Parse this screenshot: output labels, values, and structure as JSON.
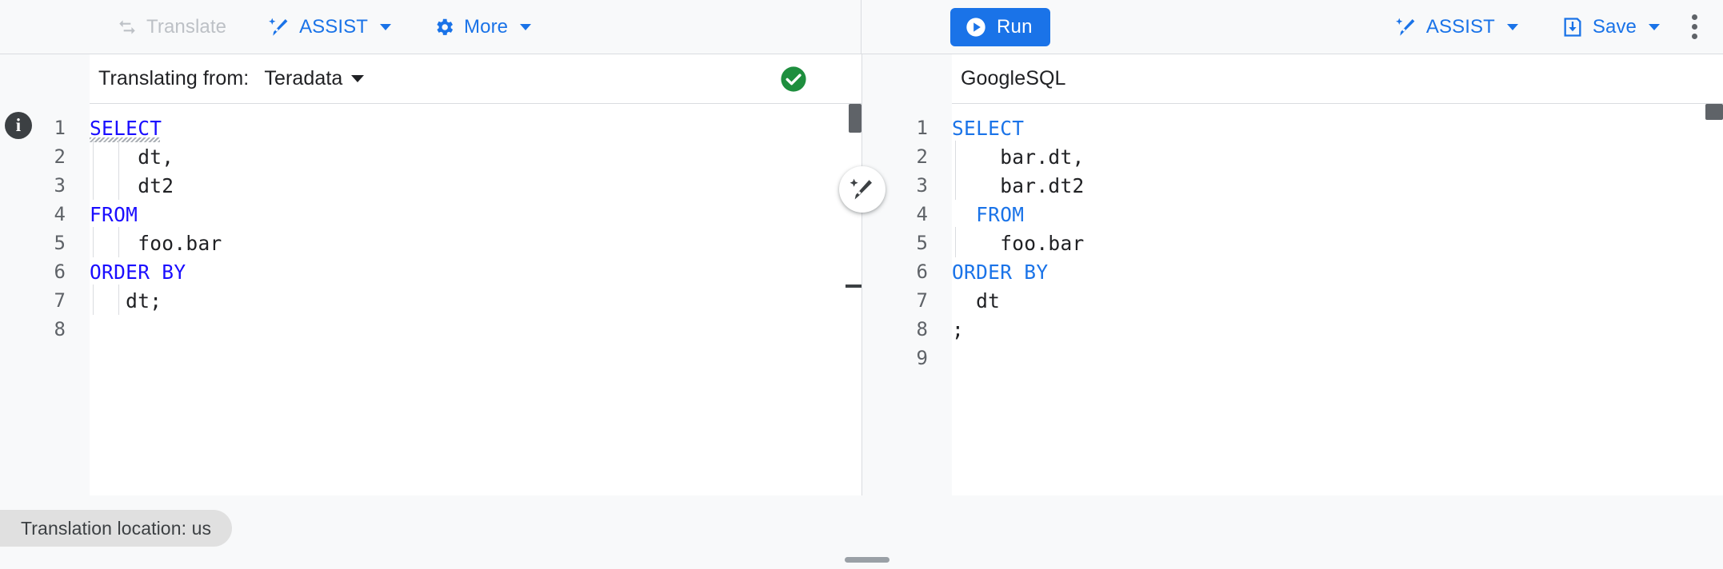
{
  "toolbar": {
    "left": [
      {
        "name": "translate",
        "label": "Translate",
        "icon": "swap-horizontal-icon",
        "disabled": true,
        "caret": false
      },
      {
        "name": "assist-left",
        "label": "ASSIST",
        "icon": "magic-wand-icon",
        "disabled": false,
        "caret": true
      },
      {
        "name": "more",
        "label": "More",
        "icon": "gear-icon",
        "disabled": false,
        "caret": true
      }
    ],
    "run_label": "Run",
    "run_icon": "play-circle-icon",
    "assist_right_label": "ASSIST",
    "assist_right_icon": "magic-wand-icon",
    "save_label": "Save",
    "save_icon": "save-icon",
    "kebab_icon": "more-vert-icon",
    "accent_color": "#1a73e8",
    "disabled_color": "#bdc1c6"
  },
  "left_pane": {
    "header_label": "Translating from:",
    "dialect": "Teradata",
    "status_icon": "check-circle-icon",
    "status_color": "#1e8e3e",
    "info_icon": "info-icon",
    "info_glyph": "i",
    "lines": [
      {
        "n": "1",
        "text": "SELECT",
        "kw": true,
        "squiggle": true,
        "guides": 0
      },
      {
        "n": "2",
        "text": "    dt,",
        "kw": false,
        "squiggle": false,
        "guides": 2
      },
      {
        "n": "3",
        "text": "    dt2",
        "kw": false,
        "squiggle": false,
        "guides": 2
      },
      {
        "n": "4",
        "text": "FROM",
        "kw": true,
        "squiggle": false,
        "guides": 0
      },
      {
        "n": "5",
        "text": "    foo.bar",
        "kw": false,
        "squiggle": false,
        "guides": 2
      },
      {
        "n": "6",
        "text": "ORDER BY",
        "kw": true,
        "squiggle": false,
        "guides": 0
      },
      {
        "n": "7",
        "text": "   dt;",
        "kw": false,
        "squiggle": false,
        "guides": 2
      },
      {
        "n": "8",
        "text": "",
        "kw": false,
        "squiggle": false,
        "guides": 0
      }
    ]
  },
  "right_pane": {
    "header_label": "GoogleSQL",
    "lines": [
      {
        "n": "1",
        "text": "SELECT",
        "kw": true,
        "guides": 0
      },
      {
        "n": "2",
        "text": "    bar.dt,",
        "kw": false,
        "guides": 1
      },
      {
        "n": "3",
        "text": "    bar.dt2",
        "kw": false,
        "guides": 1
      },
      {
        "n": "4",
        "text": "  FROM",
        "kw": true,
        "guides": 0
      },
      {
        "n": "5",
        "text": "    foo.bar",
        "kw": false,
        "guides": 1
      },
      {
        "n": "6",
        "text": "ORDER BY",
        "kw": true,
        "guides": 0
      },
      {
        "n": "7",
        "text": "  dt",
        "kw": false,
        "guides": 0
      },
      {
        "n": "8",
        "text": ";",
        "kw": false,
        "guides": 0
      },
      {
        "n": "9",
        "text": "",
        "kw": false,
        "guides": 0
      }
    ]
  },
  "ai_fab": {
    "icon": "magic-wand-edit-icon"
  },
  "footer": {
    "location_chip": "Translation location: us"
  }
}
